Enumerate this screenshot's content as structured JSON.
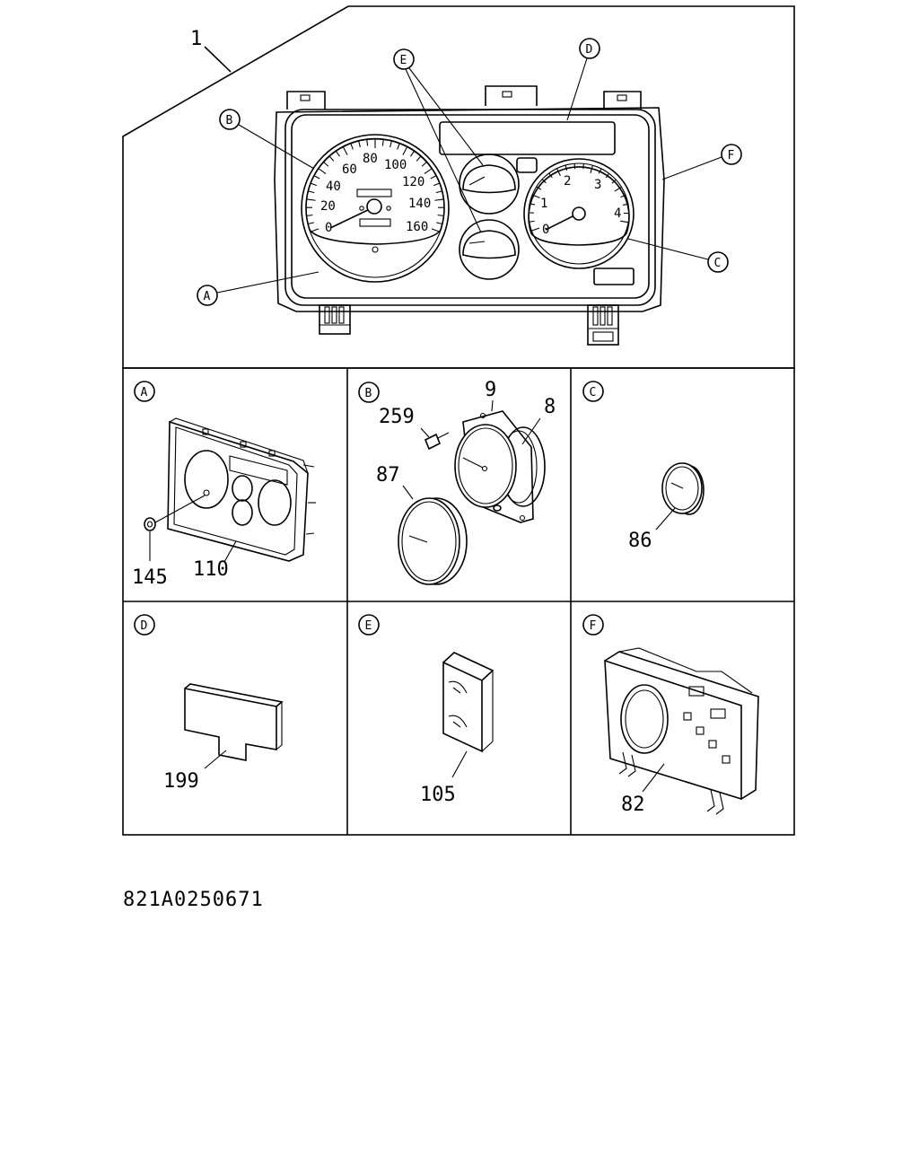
{
  "main_view": {
    "assembly_number": "1",
    "callouts": [
      "A",
      "B",
      "C",
      "D",
      "E",
      "F"
    ],
    "speedometer_scale": [
      "0",
      "20",
      "40",
      "60",
      "80",
      "100",
      "120",
      "140",
      "160"
    ],
    "tachometer_scale": [
      "0",
      "1",
      "2",
      "3",
      "4"
    ]
  },
  "detail_panels": [
    {
      "letter": "A",
      "parts": [
        "145",
        "110"
      ]
    },
    {
      "letter": "B",
      "parts": [
        "259",
        "9",
        "8",
        "87"
      ]
    },
    {
      "letter": "C",
      "parts": [
        "86"
      ]
    },
    {
      "letter": "D",
      "parts": [
        "199"
      ]
    },
    {
      "letter": "E",
      "parts": [
        "105"
      ]
    },
    {
      "letter": "F",
      "parts": [
        "82"
      ]
    }
  ],
  "drawing_code": "821A0250671"
}
